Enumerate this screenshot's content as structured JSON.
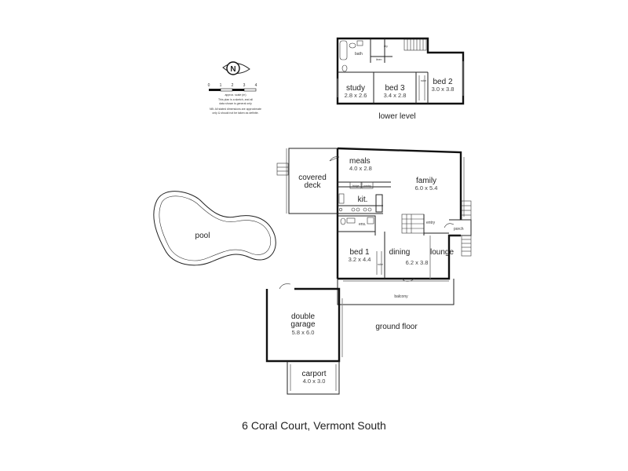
{
  "compass": {
    "letter": "N"
  },
  "scale": {
    "ticks": [
      "0",
      "1",
      "2",
      "3",
      "4"
    ],
    "label": "approx. scale (m)",
    "note1": "This plan is a sketch, and all",
    "note2": "data shown is general only",
    "note3": "NB: All stated dimensions are approximate",
    "note4": "only & should not be taken as definite."
  },
  "lower_level": {
    "title": "lower level",
    "rooms": {
      "bath": "bath",
      "dry": "dry",
      "linen": "linen",
      "study": "study",
      "study_dim": "2.8 x 2.6",
      "bed3": "bed 3",
      "bed3_dim": "3.4 x 2.8",
      "bed2": "bed 2",
      "bed2_dim": "3.0 x 3.8",
      "robe": "robe"
    }
  },
  "ground_floor": {
    "title": "ground floor",
    "rooms": {
      "meals": "meals",
      "meals_dim": "4.0 x 2.8",
      "covered_deck1": "covered",
      "covered_deck2": "deck",
      "family": "family",
      "family_dim": "6.0 x 5.4",
      "fridge": "fridge",
      "pantry": "pantry",
      "kit": "kit.",
      "ens": "ens.",
      "entry": "entry",
      "porch": "porch",
      "bed1": "bed 1",
      "bed1_dim": "3.2 x 4.4",
      "dining": "dining",
      "lounge": "lounge",
      "lounge_dim": "6.2 x 3.8",
      "robe": "robe",
      "balcony": "balcony",
      "pool": "pool",
      "garage1": "double",
      "garage2": "garage",
      "garage_dim": "5.8 x 6.0",
      "carport": "carport",
      "carport_dim": "4.0 x 3.0"
    }
  },
  "address": "6 Coral Court, Vermont South"
}
